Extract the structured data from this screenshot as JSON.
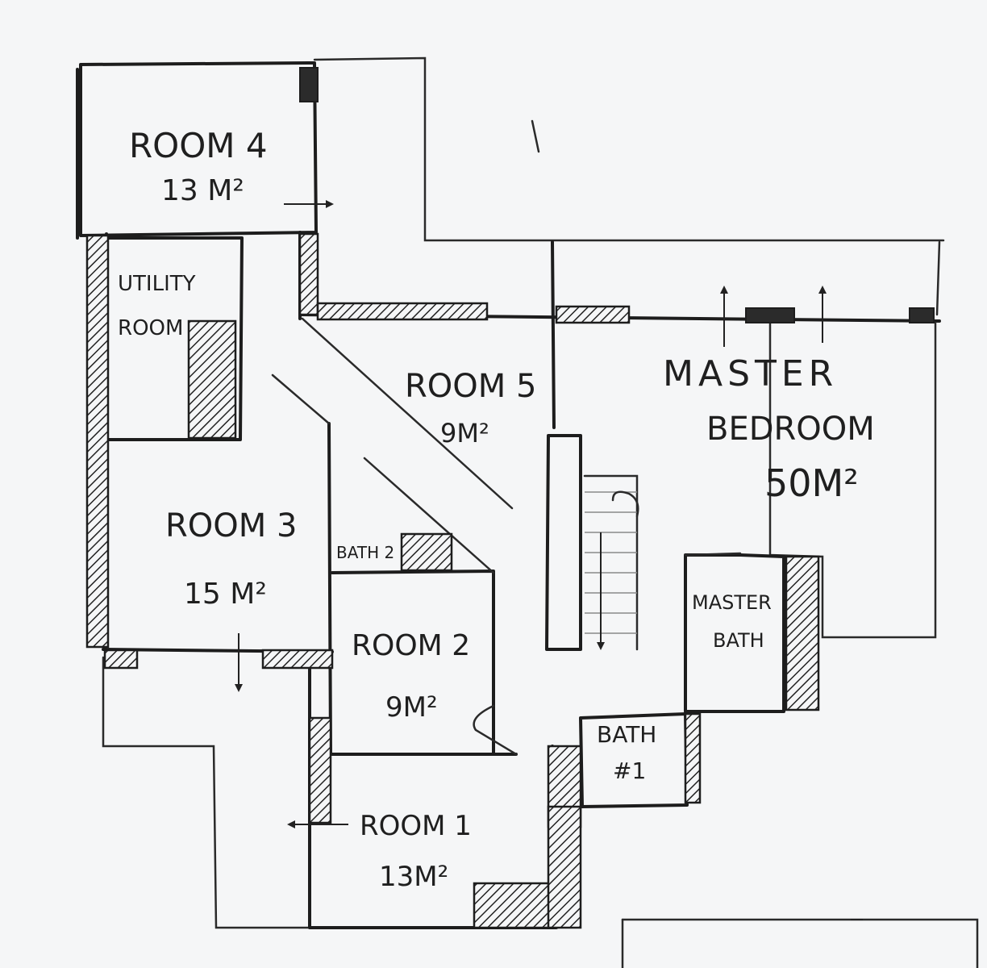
{
  "rooms": {
    "room4": {
      "name": "ROOM 4",
      "area": "13 M²"
    },
    "utility": {
      "line1": "UTILITY",
      "line2": "ROOM"
    },
    "room3": {
      "name": "ROOM 3",
      "area": "15 M²"
    },
    "room5": {
      "name": "ROOM 5",
      "area": "9M²"
    },
    "bath2": {
      "name": "BATH 2"
    },
    "room2": {
      "name": "ROOM 2",
      "area": "9M²"
    },
    "room1": {
      "name": "ROOM 1",
      "area": "13M²"
    },
    "bath1": {
      "line1": "BATH",
      "line2": "#1"
    },
    "master_bedroom": {
      "line1": "MASTER",
      "line2": "BEDROOM",
      "area": "50M²"
    },
    "master_bath": {
      "line1": "MASTER",
      "line2": "BATH"
    }
  },
  "colors": {
    "ink": "#1d1d1d",
    "paper": "#f5f6f7"
  }
}
